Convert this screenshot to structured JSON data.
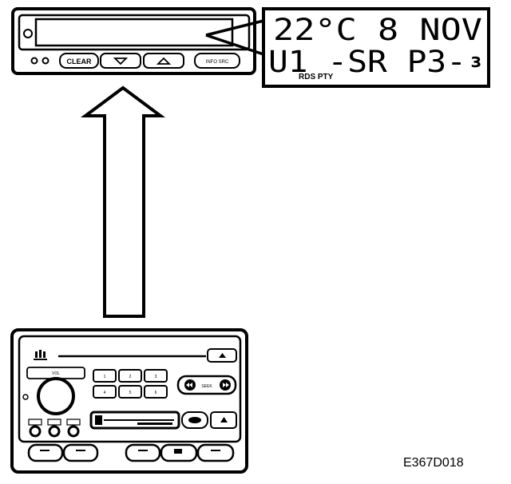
{
  "display_unit": {
    "clear_label": "CLEAR",
    "right_button_label": "INFO  SRC",
    "down_arrow_icon": "triangle-down-icon",
    "up_arrow_icon": "triangle-up-icon"
  },
  "lcd": {
    "line1": "22°C  8 NOV",
    "line2": "U1  -SR P3-",
    "suffix": "з",
    "indicator": "RDS PTY"
  },
  "radio_unit": {
    "brand_icon": "saab-logo-icon",
    "preset_labels": [
      "1",
      "2",
      "3",
      "4",
      "5",
      "6"
    ],
    "tiny_labels": {
      "vol": "VOL",
      "seek": "SEEK"
    }
  },
  "figure_code": "E367D018"
}
